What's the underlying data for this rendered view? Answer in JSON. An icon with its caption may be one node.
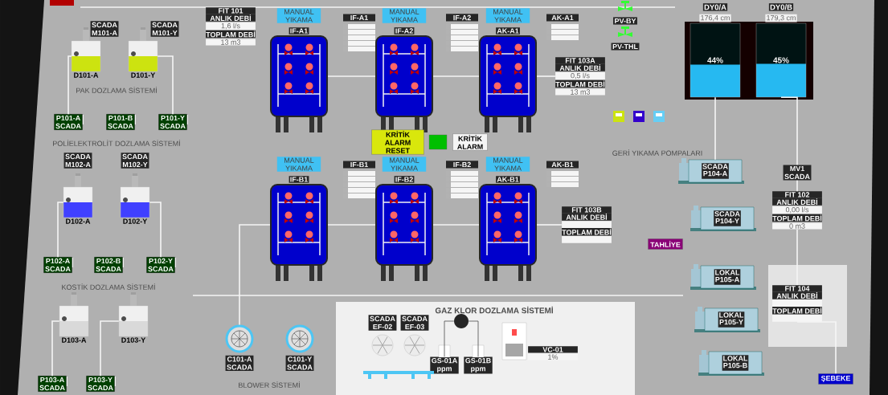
{
  "diagram": {
    "nodes": [
      {
        "text": [
          "D101-A"
        ]
      },
      {
        "text": [
          "SCADA",
          "M101-A"
        ]
      },
      {
        "text": [
          "D101-Y"
        ]
      },
      {
        "text": [
          "SCADA",
          "M101-Y"
        ]
      },
      {
        "text": [
          "P101-A",
          "SCADA"
        ]
      },
      {
        "text": [
          "P101-B",
          "SCADA"
        ]
      },
      {
        "text": [
          "P101-Y",
          "SCADA"
        ]
      },
      {
        "text": [
          "SCADA",
          "M102-A"
        ]
      },
      {
        "text": [
          "SCADA",
          "M102-Y"
        ]
      },
      {
        "text": [
          "D102-A"
        ]
      },
      {
        "text": [
          "D102-Y"
        ]
      },
      {
        "text": [
          "P102-A",
          "SCADA"
        ]
      },
      {
        "text": [
          "P102-B",
          "SCADA"
        ]
      },
      {
        "text": [
          "P102-Y",
          "SCADA"
        ]
      },
      {
        "text": [
          "D103-A"
        ]
      },
      {
        "text": [
          "D103-Y"
        ]
      },
      {
        "text": [
          "P103-A",
          "SCADA"
        ]
      },
      {
        "text": [
          "P103-Y",
          "SCADA"
        ]
      },
      {
        "text": [
          "C101-A",
          "SCADA"
        ]
      },
      {
        "text": [
          "C101-Y",
          "SCADA"
        ]
      },
      {
        "text": [
          "MANUAL YIKAMA",
          "IF-A1"
        ]
      },
      {
        "text": [
          "MANUAL YIKAMA",
          "IF-A2"
        ]
      },
      {
        "text": [
          "MANUAL YIKAMA",
          "AK-A1"
        ]
      },
      {
        "text": [
          "MANUAL YIKAMA",
          "IF-B1"
        ]
      },
      {
        "text": [
          "MANUAL YIKAMA",
          "IF-B2"
        ]
      },
      {
        "text": [
          "MANUAL YIKAMA",
          "AK-B1"
        ]
      },
      {
        "text": [
          "IF-A1"
        ]
      },
      {
        "text": [
          "IF-A2"
        ]
      },
      {
        "text": [
          "AK-A1"
        ]
      },
      {
        "text": [
          "IF-B1"
        ]
      },
      {
        "text": [
          "IF-B2"
        ]
      },
      {
        "text": [
          "AK-B1"
        ]
      },
      {
        "text": [
          "FIT 101",
          "ANLIK DEBİ",
          "1,6 l/s",
          "TOPLAM DEBİ",
          "13 m3"
        ]
      },
      {
        "text": [
          "FIT 103A",
          "ANLIK DEBİ",
          "0,5 l/s",
          "TOPLAM DEBİ",
          "13 m3"
        ]
      },
      {
        "text": [
          "FIT 103B",
          "ANLIK DEBİ",
          "TOPLAM DEBİ"
        ]
      },
      {
        "text": [
          "FIT 102",
          "ANLIK DEBİ",
          "0,00 l/s",
          "TOPLAM DEBİ",
          "0 m3"
        ]
      },
      {
        "text": [
          "FIT 104",
          "ANLIK DEBİ",
          "TOPLAM DEBİ"
        ]
      },
      {
        "text": [
          "KRİTİK ALARM RESET"
        ]
      },
      {
        "text": [],
        "shape": "box"
      },
      {
        "text": [
          "KRİTİK ALARM"
        ]
      },
      {
        "text": [
          "DY0/A",
          "176,4 cm",
          "44%"
        ]
      },
      {
        "text": [
          "DY0/B",
          "179,3 cm",
          "45%"
        ]
      },
      {
        "text": [
          "SCADA",
          "P104-A"
        ]
      },
      {
        "text": [
          "SCADA",
          "P104-Y"
        ]
      },
      {
        "text": [
          "LOKAL",
          "P105-A"
        ]
      },
      {
        "text": [
          "LOKAL",
          "P105-Y"
        ]
      },
      {
        "text": [
          "LOKAL",
          "P105-B"
        ]
      },
      {
        "text": [
          "MV1",
          "SCADA"
        ]
      },
      {
        "text": [
          "TAHLİYE"
        ]
      },
      {
        "text": [
          "ŞEBEKE"
        ]
      },
      {
        "text": [
          "PV-BY"
        ]
      },
      {
        "text": [
          "PV-THL"
        ]
      },
      {
        "text": [
          "SCADA",
          "EF-02"
        ]
      },
      {
        "text": [
          "SCADA",
          "EF-03"
        ]
      },
      {
        "text": [
          "GS-01A",
          "ppm"
        ]
      },
      {
        "text": [
          "GS-01B",
          "ppm"
        ]
      },
      {
        "text": [
          "VC-01",
          "1%"
        ]
      },
      {
        "text": [],
        "shape": "circle"
      }
    ],
    "edges": [
      {
        "from": 0,
        "to": 4,
        "arrow": "none"
      },
      {
        "from": 2,
        "to": 6,
        "arrow": "none"
      },
      {
        "from": 9,
        "to": 11,
        "arrow": "none"
      },
      {
        "from": 10,
        "to": 13,
        "arrow": "none"
      },
      {
        "from": 14,
        "to": 16,
        "arrow": "none"
      },
      {
        "from": 15,
        "to": 17,
        "arrow": "none"
      },
      {
        "from": 20,
        "to": 21,
        "arrow": "none"
      },
      {
        "from": 21,
        "to": 22,
        "arrow": "none"
      },
      {
        "from": 23,
        "to": 24,
        "arrow": "none"
      },
      {
        "from": 24,
        "to": 25,
        "arrow": "none"
      },
      {
        "from": 40,
        "to": 42,
        "arrow": "none"
      },
      {
        "from": 41,
        "to": 47,
        "arrow": "none"
      },
      {
        "from": 47,
        "to": 35,
        "arrow": "none"
      },
      {
        "from": 35,
        "to": 36,
        "arrow": "none"
      },
      {
        "from": 36,
        "to": 49,
        "arrow": "none"
      },
      {
        "from": 18,
        "to": 23,
        "arrow": "none"
      },
      {
        "from": 22,
        "to": 33,
        "arrow": "none"
      },
      {
        "from": 25,
        "to": 34,
        "arrow": "none"
      },
      {
        "from": 57,
        "to": 54,
        "arrow": "none",
        "color": "#4c4c4c"
      },
      {
        "from": 57,
        "to": 55,
        "arrow": "none",
        "color": "#4c4c4c"
      }
    ],
    "labels": [
      "PAK DOZLAMA SİSTEMİ",
      "POLİELEKTROLİT DOZLAMA SİSTEMİ",
      "KOSTİK DOZLAMA SİSTEMİ",
      "BLOWER SİSTEMİ",
      "GAZ KLOR DOZLAMA SİSTEMİ",
      "GERİ YIKAMA POMPALARI"
    ]
  }
}
